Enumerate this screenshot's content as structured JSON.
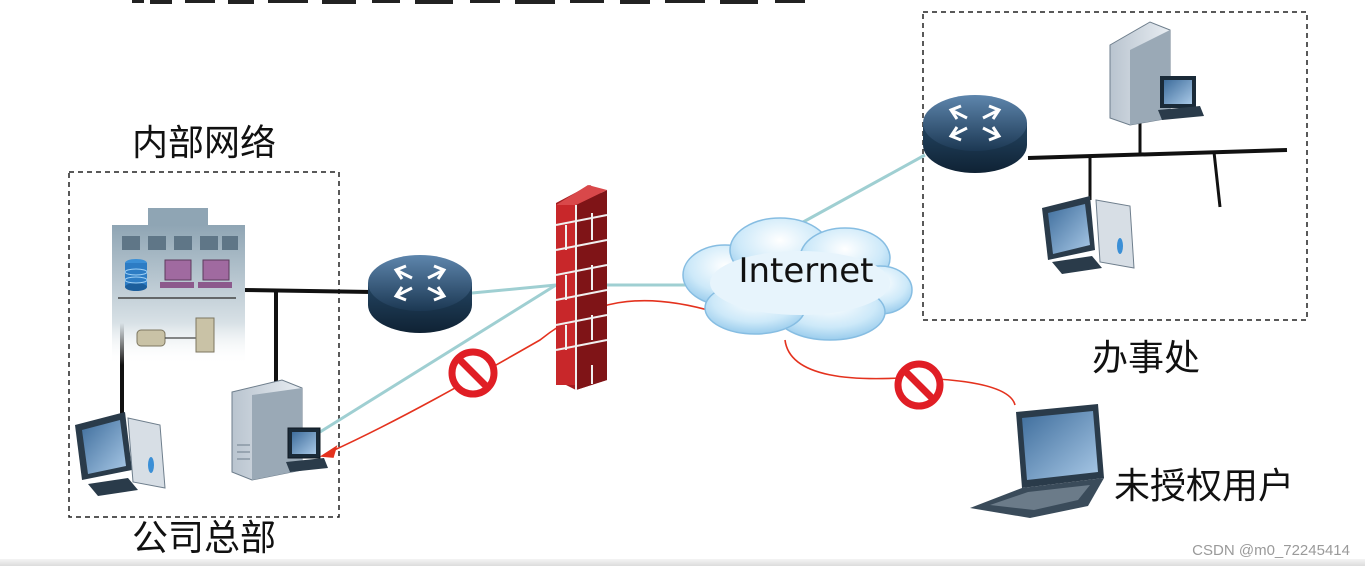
{
  "labels": {
    "internal_network": "内部网络",
    "headquarters": "公司总部",
    "office": "办事处",
    "unauthorized_user": "未授权用户",
    "internet": "Internet"
  },
  "watermark": "CSDN @m0_72245414",
  "colors": {
    "link_teal": "#9fcfd2",
    "link_black": "#111111",
    "attack_red": "#e4321e",
    "firewall_brick": "#c8272a",
    "cloud_blue": "#a9d6f2",
    "router_dark": "#2a4a66",
    "ban_red": "#e01e25"
  }
}
